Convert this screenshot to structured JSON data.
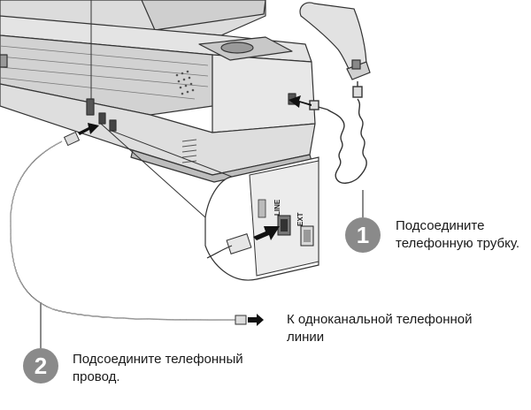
{
  "steps": [
    {
      "number": "1",
      "text_line1": "Подсоедините",
      "text_line2": "телефонную трубку."
    },
    {
      "number": "2",
      "text_line1": "Подсоедините телефонный",
      "text_line2": "провод."
    }
  ],
  "line_destination": {
    "line1": "К одноканальной телефонной",
    "line2": "линии"
  },
  "ports": {
    "line": "LINE",
    "ext": "EXT"
  },
  "colors": {
    "outline": "#333333",
    "body": "#e8e8e8",
    "shade": "#c4c4c4",
    "badge": "#8a8a8a",
    "arrow": "#111111"
  }
}
